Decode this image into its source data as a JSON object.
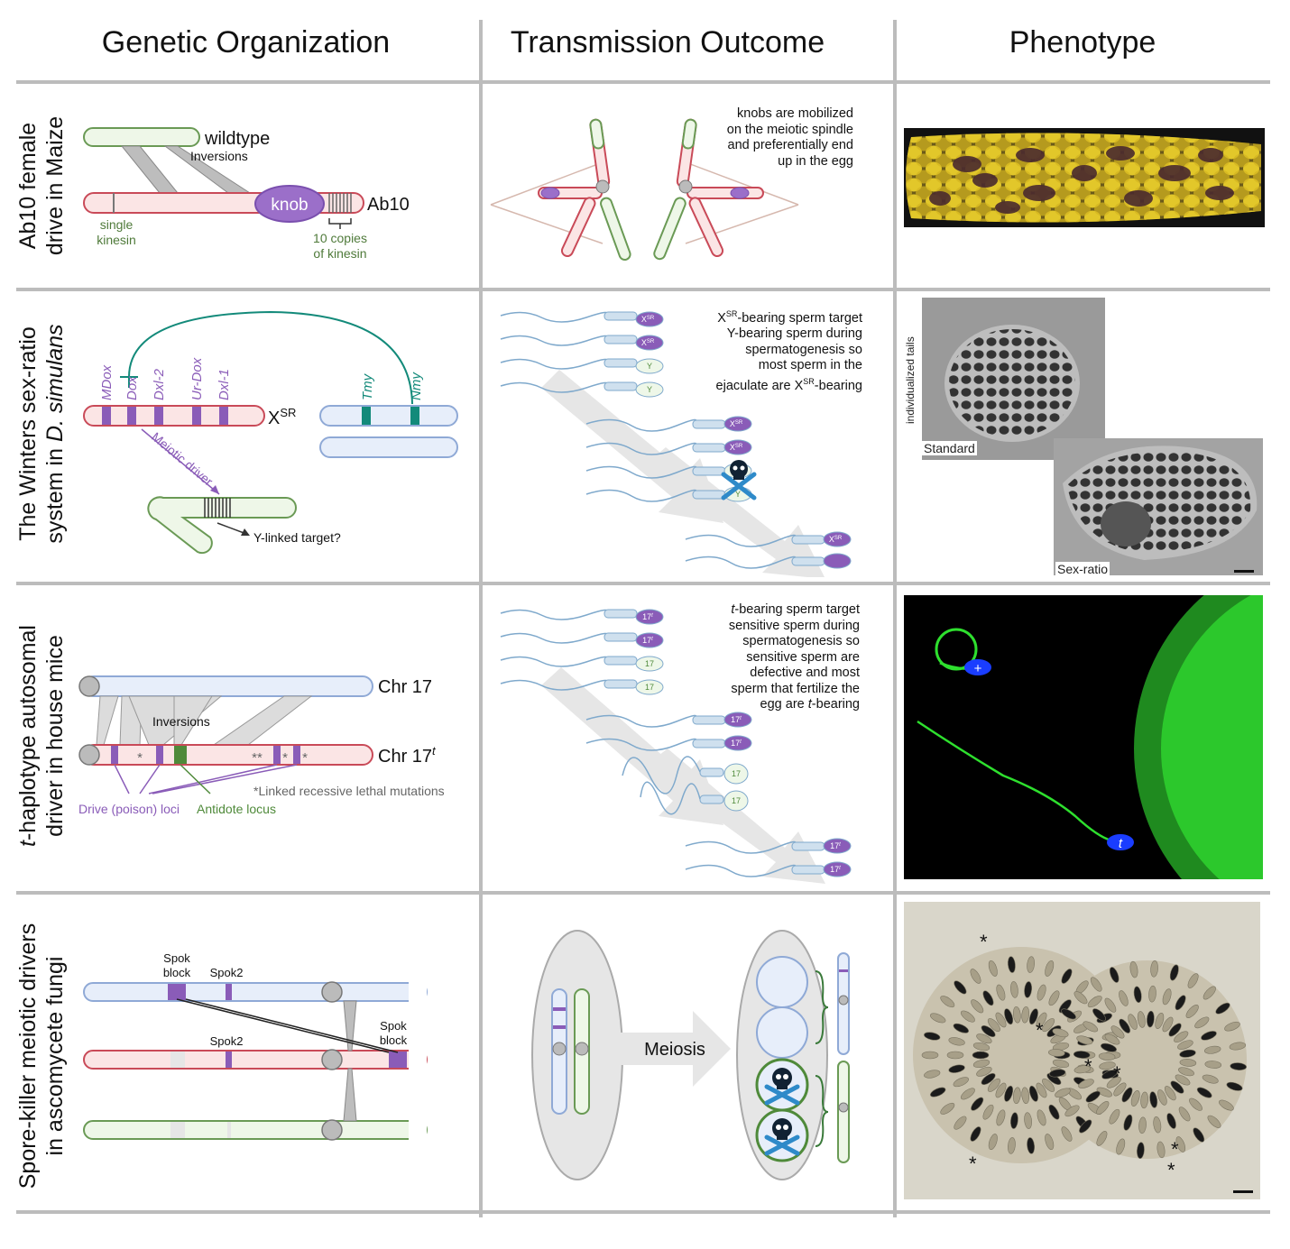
{
  "headers": {
    "genetic": "Genetic Organization",
    "transmission": "Transmission Outcome",
    "phenotype": "Phenotype"
  },
  "rows": {
    "ab10": {
      "label_1": "Ab10 female",
      "label_2": "drive in Maize",
      "wildtype": "wildtype",
      "inversions": "Inversions",
      "knob": "knob",
      "ab10": "Ab10",
      "single_1": "single",
      "single_2": "kinesin",
      "copies_1": "10 copies",
      "copies_2": "of kinesin",
      "desc": [
        "knobs are mobilized",
        "on the meiotic spindle",
        "and preferentially end",
        "up in the egg"
      ]
    },
    "winters": {
      "label_1": "The Winters sex-ratio",
      "label_2a": "system in ",
      "label_2b": "D. simulans",
      "genes": [
        "MDox",
        "Dox",
        "Dxl-2",
        "Ur-Dox",
        "Dxl-1"
      ],
      "x_label": "X",
      "x_sup": "SR",
      "y_genes": [
        "Tmy",
        "Nmy"
      ],
      "meiotic_driver": "Meiotic driver",
      "y_target": "Y-linked target?",
      "sperm_x": "X",
      "sperm_x_sup": "SR",
      "sperm_y": "Y",
      "desc_1a": "X",
      "desc_1sup": "SR",
      "desc_1b": "-bearing sperm target",
      "desc_2": "Y-bearing sperm during",
      "desc_3": "spermatogenesis so",
      "desc_4": "most sperm in the",
      "desc_5a": "ejaculate are X",
      "desc_5sup": "SR",
      "desc_5b": "-bearing",
      "photo_ylabel": "individualized tails",
      "photo_standard": "Standard",
      "photo_sexratio": "Sex-ratio"
    },
    "thaplo": {
      "label_1a": "t",
      "label_1b": "-haplotype autosomal",
      "label_2": "driver in house mice",
      "chr17": "Chr 17",
      "chr17t": "Chr 17",
      "chr17t_sup": "t",
      "inversions": "Inversions",
      "star1": "*",
      "star2": "**",
      "star3": "*",
      "star4": "*",
      "lethal": "*Linked recessive lethal mutations",
      "drive": "Drive (poison) loci",
      "antidote": "Antidote locus",
      "sperm_17": "17",
      "sperm_t": "t",
      "desc_1a": "t",
      "desc_1b": "-bearing sperm target",
      "desc_2": "sensitive sperm during",
      "desc_3": "spermatogenesis so",
      "desc_4": "sensitive sperm are",
      "desc_5": "defective and most",
      "desc_6": "sperm that fertilize the",
      "desc_7a": "egg are ",
      "desc_7b": "t",
      "desc_7c": "-bearing",
      "photo_plus": "+",
      "photo_t": "t"
    },
    "spok": {
      "label_1": "Spore-killer meiotic drivers",
      "label_2": "in ascomycete fungi",
      "spok_block": [
        "Spok",
        "block"
      ],
      "spok2": "Spok2",
      "spok_block_right": [
        "Spok",
        "block"
      ],
      "meiosis": "Meiosis",
      "asterisk": "*"
    }
  },
  "colors": {
    "grid": "#b8b8b8",
    "purple": "#8a5cb8",
    "green_dark": "#4f8a3a",
    "green_outline": "#6a9a55",
    "red_outline": "#c94a58",
    "red_fill": "#fbe5e5",
    "blue_outline": "#8fa9d6",
    "blue_fill": "#e7eefa",
    "teal": "#138a7a",
    "sperm": "#7fa9cc",
    "gray_fill": "#c8c8c8"
  }
}
